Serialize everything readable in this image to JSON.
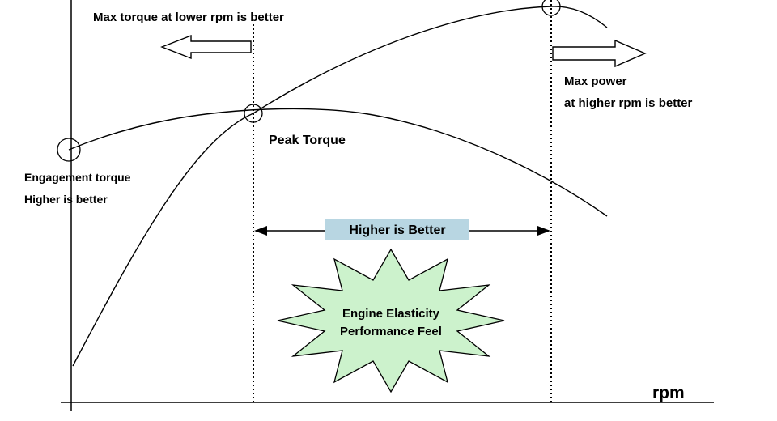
{
  "labels": {
    "max_torque_note": "Max torque at lower rpm is better",
    "max_power_note_line1": "Max power",
    "max_power_note_line2": "at higher rpm is better",
    "peak_torque": "Peak Torque",
    "engagement_torque_line1": "Engagement torque",
    "engagement_torque_line2": "Higher is better",
    "range_label": "Higher is Better",
    "starburst_line1": "Engine Elasticity",
    "starburst_line2": "Performance Feel",
    "x_axis": "rpm"
  },
  "colors": {
    "stroke": "#000000",
    "range_label_bg": "#b8d6e2",
    "starburst_fill": "#ccf2cc",
    "background": "#ffffff"
  }
}
